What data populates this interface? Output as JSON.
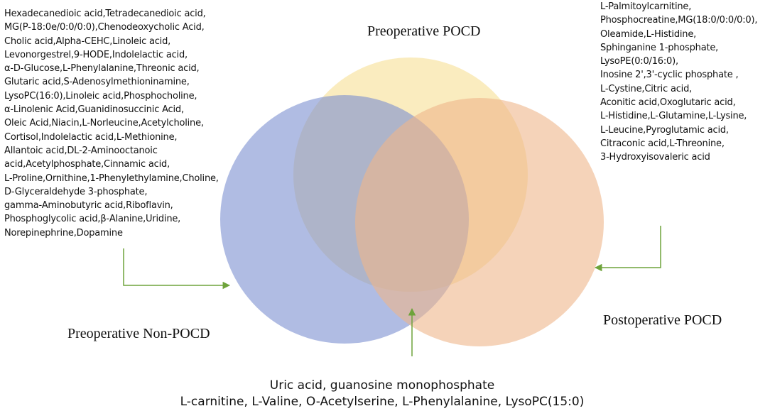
{
  "diagram": {
    "sets": [
      {
        "label": "Preoperative POCD",
        "color": "#f7df95"
      },
      {
        "label": "Preoperative Non-POCD",
        "color": "#7b8fd0"
      },
      {
        "label": "Postoperative POCD",
        "color": "#efb68b"
      }
    ],
    "arrow_color": "#6ea33b",
    "left_list": [
      "Hexadecanedioic acid,Tetradecanedioic acid,",
      "MG(P-18:0e/0:0/0:0),Chenodeoxycholic Acid,",
      "Cholic acid,Alpha-CEHC,Linoleic acid,",
      "Levonorgestrel,9-HODE,Indolelactic acid,",
      "α-D-Glucose,L-Phenylalanine,Threonic acid,",
      "Glutaric acid,S-Adenosylmethioninamine,",
      "LysoPC(16:0),Linoleic acid,Phosphocholine,",
      "α-Linolenic Acid,Guanidinosuccinic Acid,",
      "Oleic Acid,Niacin,L-Norleucine,Acetylcholine,",
      "Cortisol,Indolelactic acid,L-Methionine,",
      "Allantoic acid,DL-2-Aminooctanoic",
      "acid,Acetylphosphate,Cinnamic acid,",
      "L-Proline,Ornithine,1-Phenylethylamine,Choline,",
      "D-Glyceraldehyde 3-phosphate,",
      "gamma-Aminobutyric acid,Riboflavin,",
      "Phosphoglycolic acid,β-Alanine,Uridine,",
      "Norepinephrine,Dopamine"
    ],
    "right_list": [
      "L-Palmitoylcarnitine,",
      "Phosphocreatine,MG(18:0/0:0/0:0),",
      "Oleamide,L-Histidine,",
      "Sphinganine 1-phosphate,",
      "LysoPE(0:0/16:0),",
      "Inosine 2',3'-cyclic phosphate ,",
      "L-Cystine,Citric acid,",
      "Aconitic acid,Oxoglutaric acid,",
      "L-Histidine,L-Glutamine,L-Lysine,",
      "L-Leucine,Pyroglutamic acid,",
      "Citraconic acid,L-Threonine,",
      "3-Hydroxyisovaleric acid"
    ],
    "center_lines": [
      "Uric acid, guanosine monophosphate",
      "L-carnitine, L-Valine, O-Acetylserine, L-Phenylalanine, LysoPC(15:0)"
    ]
  }
}
